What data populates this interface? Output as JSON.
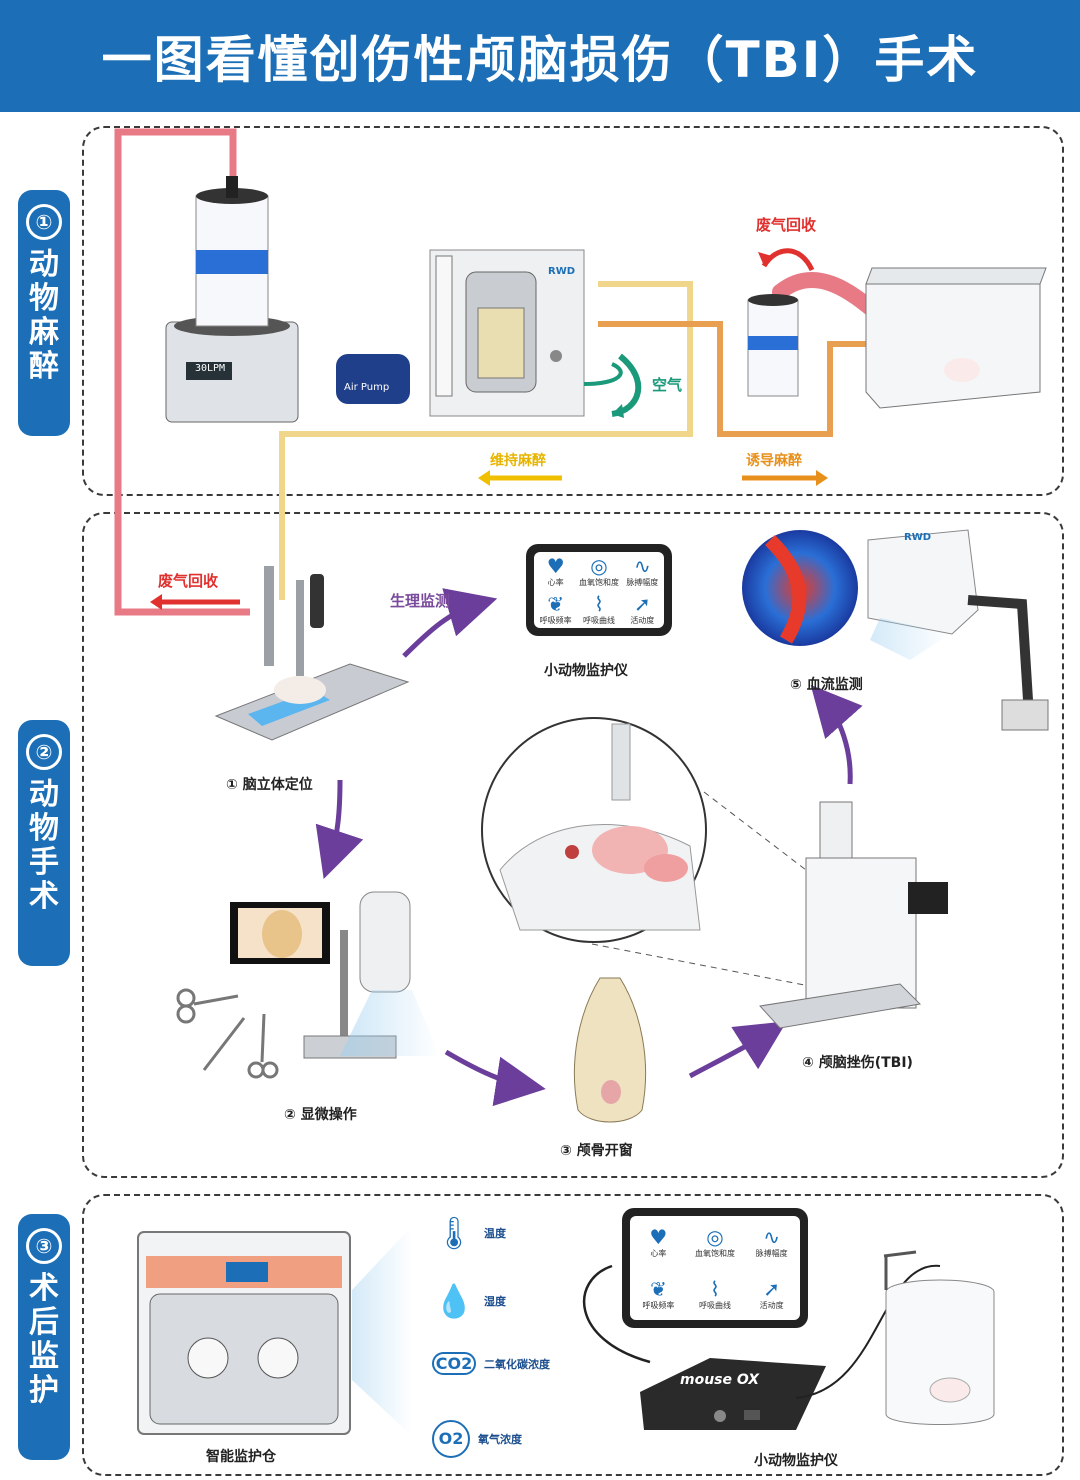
{
  "title": "一图看懂创伤性颅脑损伤（TBI）手术",
  "sections": [
    {
      "num": "①",
      "label": "动物麻醉"
    },
    {
      "num": "②",
      "label": "动物手术"
    },
    {
      "num": "③",
      "label": "术后监护"
    }
  ],
  "anesthesia": {
    "evaporator_display": "30LPM",
    "air_pump_label": "Air Pump",
    "brand": "RWD",
    "waste_gas_top": "废气回收",
    "air_label": "空气",
    "maintain_label": "维持麻醉",
    "induction_label": "诱导麻醉"
  },
  "surgery": {
    "waste_gas_left": "废气回收",
    "physio_monitor": "生理监测",
    "monitor_name": "小动物监护仪",
    "monitor_cells": [
      {
        "icon": "heart-rate-icon",
        "label": "心率"
      },
      {
        "icon": "oxygen-saturation-icon",
        "label": "血氧饱和度"
      },
      {
        "icon": "pulse-amplitude-icon",
        "label": "脉搏幅度"
      },
      {
        "icon": "respiratory-rate-icon",
        "label": "呼吸频率"
      },
      {
        "icon": "breathing-curve-icon",
        "label": "呼吸曲线"
      },
      {
        "icon": "activity-icon",
        "label": "活动度"
      }
    ],
    "step1": "① 脑立体定位",
    "step2": "② 显微操作",
    "step3": "③ 颅骨开窗",
    "step4": "④ 颅脑挫伤(TBI)",
    "step5": "⑤ 血流监测",
    "imaging_brand": "RWD"
  },
  "postop": {
    "env_items": [
      {
        "icon": "thermometer-icon",
        "label": "温度"
      },
      {
        "icon": "humidity-drop-icon",
        "label": "湿度"
      },
      {
        "icon": "co2-icon",
        "icon_text": "CO2",
        "label": "二氧化碳浓度"
      },
      {
        "icon": "o2-icon",
        "icon_text": "O2",
        "label": "氧气浓度"
      }
    ],
    "chamber_label": "智能监护仓",
    "device_label": "mouse OX",
    "monitor_name": "小动物监护仪"
  },
  "colors": {
    "brand_blue": "#1c6fb7",
    "waste_red": "#e0312f",
    "maintain_yellow": "#f0c000",
    "induction_orange": "#e8901c",
    "flow_purple": "#6a3e9a",
    "air_green": "#1a9a7a"
  }
}
